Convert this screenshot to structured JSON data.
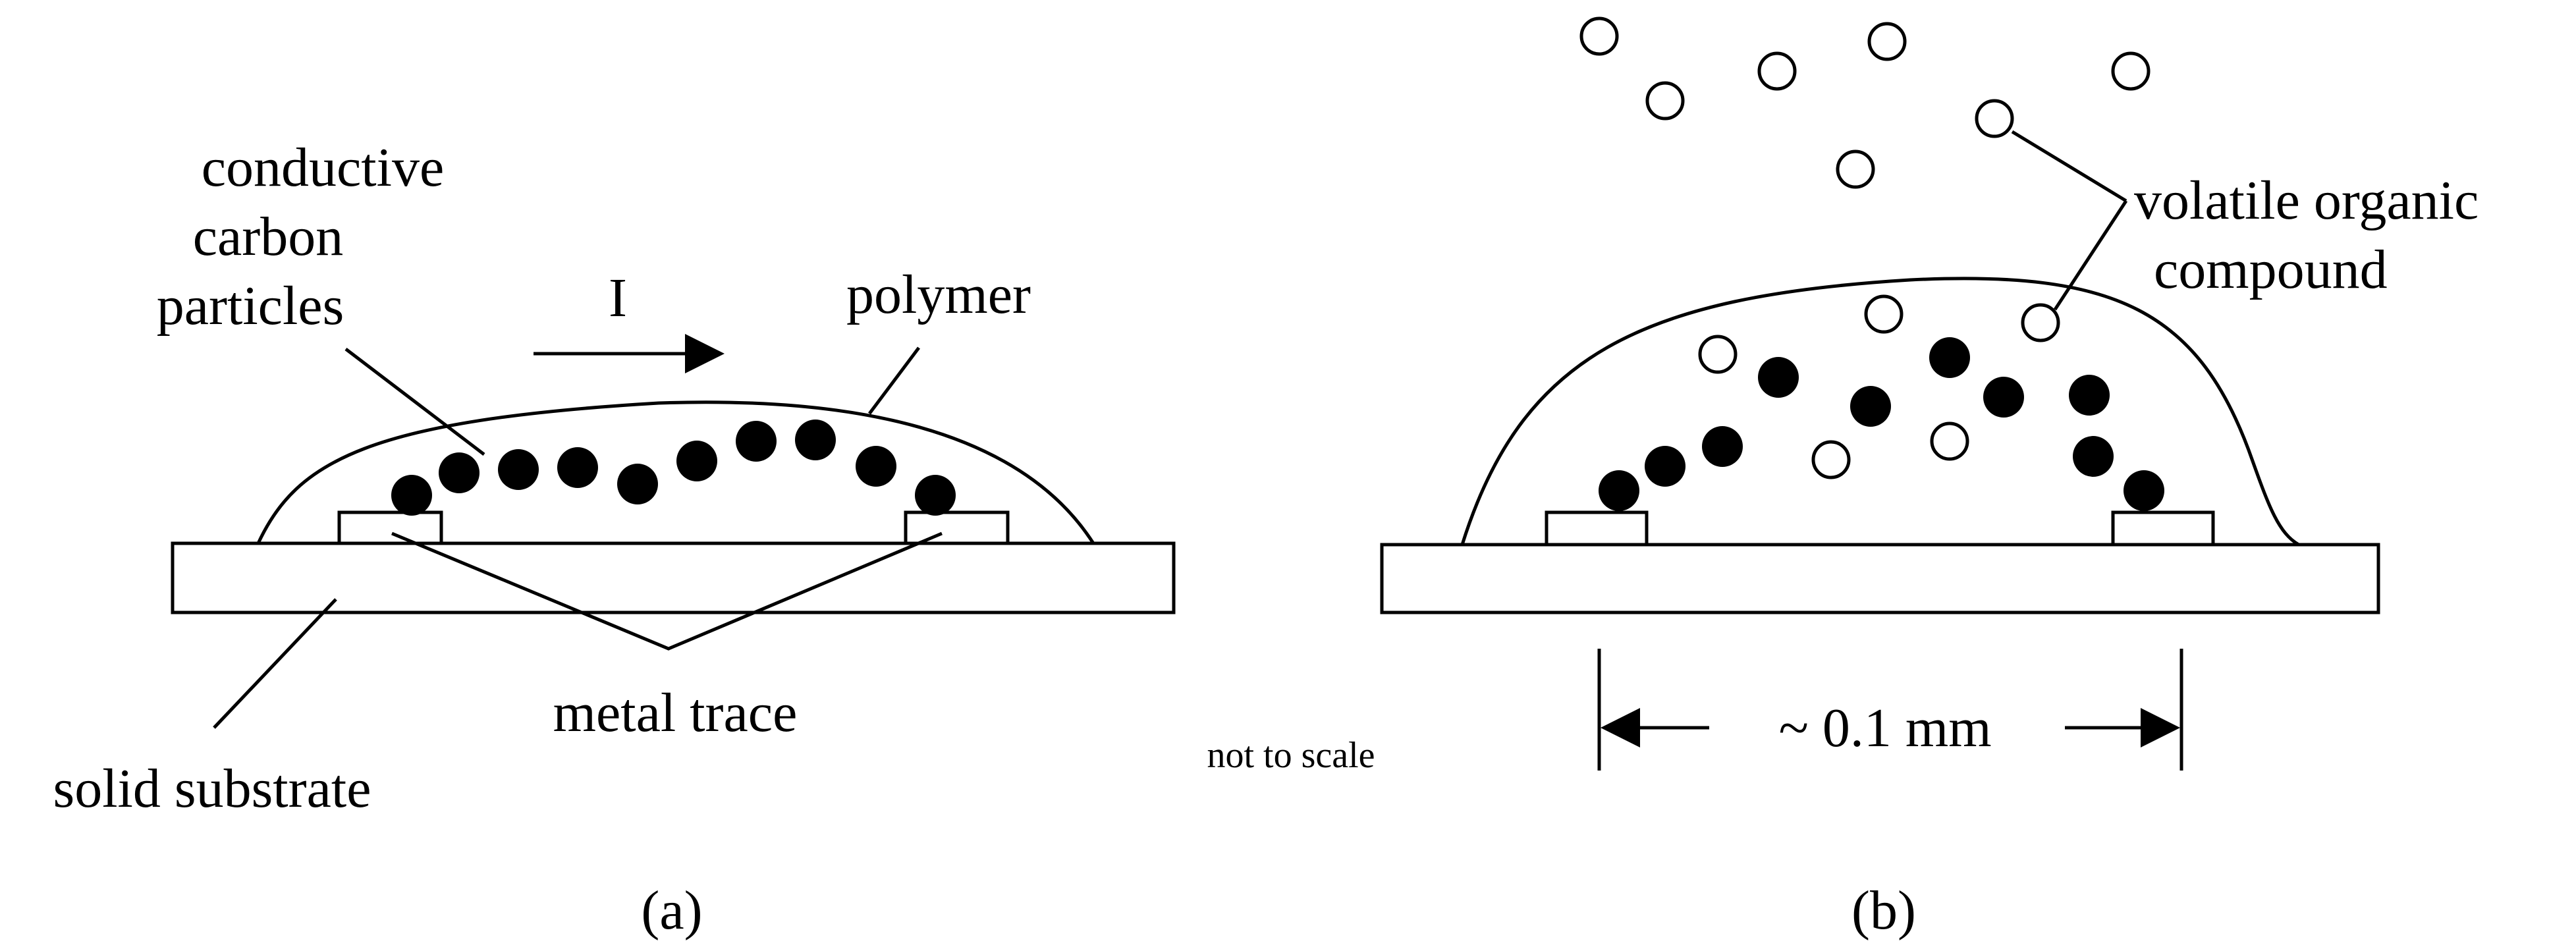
{
  "panel_a": {
    "label_particles_line1": "conductive",
    "label_particles_line2": "carbon",
    "label_particles_line3": "particles",
    "label_current": "I",
    "label_polymer": "polymer",
    "label_metal": "metal trace",
    "label_substrate": "solid substrate",
    "caption": "(a)"
  },
  "panel_b": {
    "label_voc_line1": "volatile organic",
    "label_voc_line2": "compound",
    "label_dimension": "~ 0.1 mm",
    "caption": "(b)"
  },
  "note_scale": "not to scale"
}
